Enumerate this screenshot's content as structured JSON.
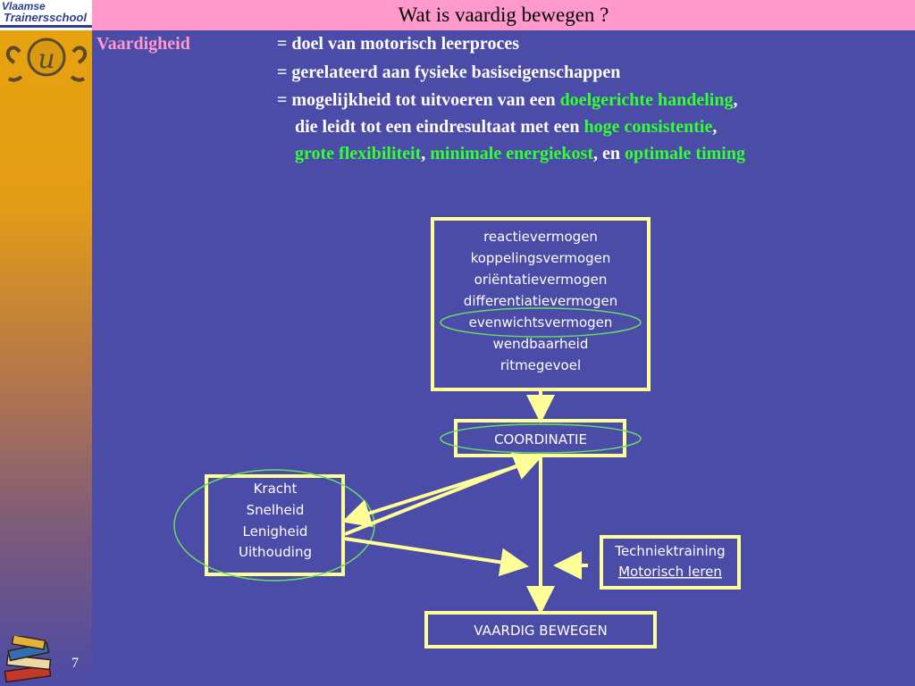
{
  "logo": {
    "line1": "Vlaamse",
    "line2": "Trainersschool"
  },
  "title": "Wat is vaardig bewegen ?",
  "page_number": "7",
  "definition": {
    "term": "Vaardigheid",
    "line1": "= doel van motorisch leerproces",
    "line2": "= gerelateerd aan fysieke basiseigenschappen",
    "line3_pre": "= mogelijkheid tot uitvoeren van een ",
    "line3_hl": "doelgerichte handeling",
    "line3_post": ",",
    "line4_pre": "die leidt tot een eindresultaat met een ",
    "line4_hl": "hoge consistentie",
    "line4_post": ",",
    "line5_hl1": "grote flexibiliteit",
    "line5_sep1": ", ",
    "line5_hl2": "minimale energiekost",
    "line5_sep2": ", en ",
    "line5_hl3": "optimale timing"
  },
  "diagram": {
    "abilities": [
      "reactievermogen",
      "koppelingsvermogen",
      "oriëntatievermogen",
      "differentiatievermogen",
      "evenwichtsvermogen",
      "wendbaarheid",
      "ritmegevoel"
    ],
    "coordination": "COORDINATIE",
    "physical": [
      "Kracht",
      "Snelheid",
      "Lenigheid",
      "Uithouding"
    ],
    "training": [
      "Techniektraining",
      "Motorisch leren"
    ],
    "result": "VAARDIG BEWEGEN"
  },
  "colors": {
    "background": "#4b4ba8",
    "title_bar": "#ff99cc",
    "box_border": "#ffff99",
    "highlight": "#33ff33",
    "ellipse": "#66dd66"
  }
}
